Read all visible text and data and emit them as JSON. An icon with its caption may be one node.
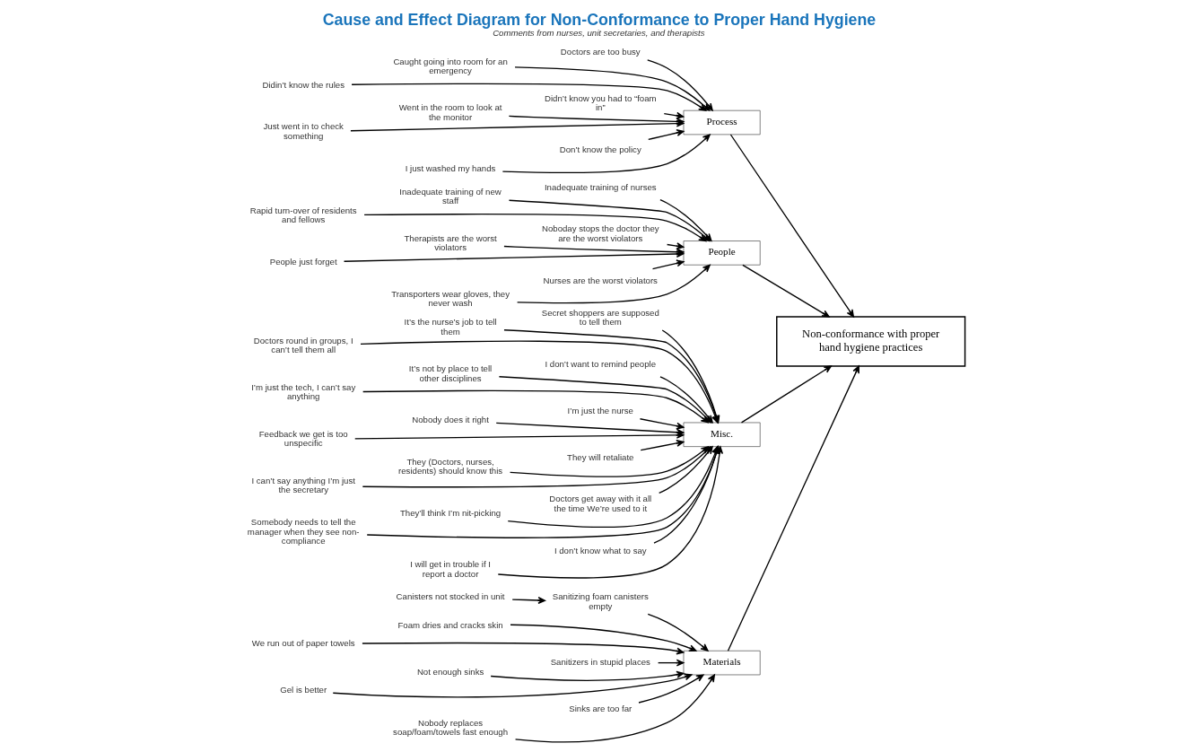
{
  "diagram": {
    "title": "Cause and Effect Diagram for Non-Conformance to Proper Hand Hygiene",
    "caption": "Comments from nurses, unit secretaries, and therapists",
    "nodes": [
      {
        "text": [
          "Materials"
        ]
      },
      {
        "text": [
          "Process"
        ]
      },
      {
        "text": [
          "People"
        ]
      },
      {
        "text": [
          "Misc."
        ]
      },
      {
        "text": [
          "Non-conformance with proper hand hygiene practices"
        ]
      },
      {
        "text": [
          "Canisters not stocked in unit"
        ]
      },
      {
        "text": [
          "Sanitizing foam canisters empty"
        ]
      },
      {
        "text": [
          "Foam dries and cracks skin"
        ]
      },
      {
        "text": [
          "We run out of paper towels"
        ]
      },
      {
        "text": [
          "Sanitizers in stupid places"
        ]
      },
      {
        "text": [
          "Not enough sinks"
        ]
      },
      {
        "text": [
          "Gel is better"
        ]
      },
      {
        "text": [
          "Sinks are too far"
        ]
      },
      {
        "text": [
          "Nobody replaces soap/foam/towels fast enough"
        ]
      },
      {
        "text": [
          "Doctors are too busy"
        ]
      },
      {
        "text": [
          "Caught going into room for an emergency"
        ]
      },
      {
        "text": [
          "Didin’t know the rules"
        ]
      },
      {
        "text": [
          "Didn’t know you had to “foam in”"
        ]
      },
      {
        "text": [
          "Went in the room to look at the monitor"
        ]
      },
      {
        "text": [
          "Just went in to check something"
        ]
      },
      {
        "text": [
          "Don’t know the policy"
        ]
      },
      {
        "text": [
          "I just washed my hands"
        ]
      },
      {
        "text": [
          "Inadequate training of nurses"
        ]
      },
      {
        "text": [
          "Inadequate training of new staff"
        ]
      },
      {
        "text": [
          "Rapid turn-over of residents and fellows"
        ]
      },
      {
        "text": [
          "Noboday stops the doctor they are the worst violators"
        ]
      },
      {
        "text": [
          "Therapists are the worst violators"
        ]
      },
      {
        "text": [
          "People just forget"
        ]
      },
      {
        "text": [
          "Nurses are the worst violators"
        ]
      },
      {
        "text": [
          "Transporters wear gloves, they never wash"
        ]
      },
      {
        "text": [
          "Secret shoppers are supposed to tell them"
        ]
      },
      {
        "text": [
          "It’s the nurse’s job to tell them"
        ]
      },
      {
        "text": [
          "Doctors round in groups, I can’t tell them all"
        ]
      },
      {
        "text": [
          "I don’t want to remind people"
        ]
      },
      {
        "text": [
          "It’s not by place to tell other disciplines"
        ]
      },
      {
        "text": [
          "I’m just the tech, I can’t say anything"
        ]
      },
      {
        "text": [
          "I’m just the nurse"
        ]
      },
      {
        "text": [
          "Nobody does it right"
        ]
      },
      {
        "text": [
          "Feedback we get is too unspecific"
        ]
      },
      {
        "text": [
          "They will retaliate"
        ]
      },
      {
        "text": [
          "They (Doctors, nurses, residents) should know this"
        ]
      },
      {
        "text": [
          "I can’t say anything I’m just the secretary"
        ]
      },
      {
        "text": [
          "Doctors get away with it all the time We’re used to it"
        ]
      },
      {
        "text": [
          "They’ll think I’m nit-picking"
        ]
      },
      {
        "text": [
          "Somebody needs to tell the manager when they see non-compliance"
        ]
      },
      {
        "text": [
          "I don’t know what to say"
        ]
      },
      {
        "text": [
          "I will get in trouble if I report a doctor"
        ]
      }
    ],
    "edges": [
      {
        "from": 0,
        "to": 4,
        "arrow": "to"
      },
      {
        "from": 1,
        "to": 4,
        "arrow": "to"
      },
      {
        "from": 2,
        "to": 4,
        "arrow": "to"
      },
      {
        "from": 3,
        "to": 4,
        "arrow": "to"
      },
      {
        "from": 5,
        "to": 6,
        "arrow": "to"
      },
      {
        "from": 6,
        "to": 0,
        "arrow": "to"
      },
      {
        "from": 7,
        "to": 0,
        "arrow": "to"
      },
      {
        "from": 8,
        "to": 0,
        "arrow": "to"
      },
      {
        "from": 9,
        "to": 0,
        "arrow": "to"
      },
      {
        "from": 10,
        "to": 0,
        "arrow": "to"
      },
      {
        "from": 11,
        "to": 0,
        "arrow": "to"
      },
      {
        "from": 12,
        "to": 0,
        "arrow": "to"
      },
      {
        "from": 13,
        "to": 0,
        "arrow": "to"
      },
      {
        "from": 14,
        "to": 1,
        "arrow": "to"
      },
      {
        "from": 15,
        "to": 1,
        "arrow": "to"
      },
      {
        "from": 16,
        "to": 1,
        "arrow": "to"
      },
      {
        "from": 17,
        "to": 1,
        "arrow": "to"
      },
      {
        "from": 18,
        "to": 1,
        "arrow": "to"
      },
      {
        "from": 19,
        "to": 1,
        "arrow": "to"
      },
      {
        "from": 20,
        "to": 1,
        "arrow": "to"
      },
      {
        "from": 21,
        "to": 1,
        "arrow": "to"
      },
      {
        "from": 22,
        "to": 2,
        "arrow": "to"
      },
      {
        "from": 23,
        "to": 2,
        "arrow": "to"
      },
      {
        "from": 24,
        "to": 2,
        "arrow": "to"
      },
      {
        "from": 25,
        "to": 2,
        "arrow": "to"
      },
      {
        "from": 26,
        "to": 2,
        "arrow": "to"
      },
      {
        "from": 27,
        "to": 2,
        "arrow": "to"
      },
      {
        "from": 28,
        "to": 2,
        "arrow": "to"
      },
      {
        "from": 29,
        "to": 2,
        "arrow": "to"
      },
      {
        "from": 30,
        "to": 3,
        "arrow": "to"
      },
      {
        "from": 31,
        "to": 3,
        "arrow": "to"
      },
      {
        "from": 32,
        "to": 3,
        "arrow": "to"
      },
      {
        "from": 33,
        "to": 3,
        "arrow": "to"
      },
      {
        "from": 34,
        "to": 3,
        "arrow": "to"
      },
      {
        "from": 35,
        "to": 3,
        "arrow": "to"
      },
      {
        "from": 36,
        "to": 3,
        "arrow": "to"
      },
      {
        "from": 37,
        "to": 3,
        "arrow": "to"
      },
      {
        "from": 38,
        "to": 3,
        "arrow": "to"
      },
      {
        "from": 39,
        "to": 3,
        "arrow": "to"
      },
      {
        "from": 40,
        "to": 3,
        "arrow": "to"
      },
      {
        "from": 41,
        "to": 3,
        "arrow": "to"
      },
      {
        "from": 42,
        "to": 3,
        "arrow": "to"
      },
      {
        "from": 43,
        "to": 3,
        "arrow": "to"
      },
      {
        "from": 44,
        "to": 3,
        "arrow": "to"
      },
      {
        "from": 45,
        "to": 3,
        "arrow": "to"
      },
      {
        "from": 46,
        "to": 3,
        "arrow": "to"
      }
    ]
  }
}
